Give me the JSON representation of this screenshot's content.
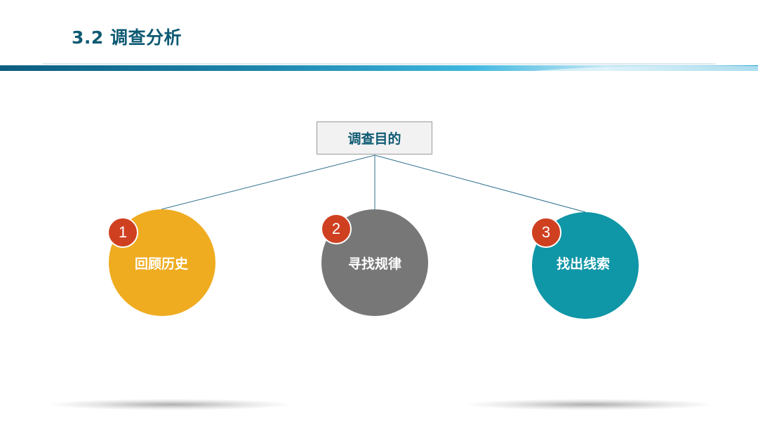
{
  "title": "3.2 调查分析",
  "colors": {
    "title": "#0e5a73",
    "band_dark": "#0c5d80",
    "band_light": "#3fb7df",
    "circle_1": "#efac20",
    "circle_2": "#777777",
    "circle_3": "#0f96a7",
    "badge": "#cf4021",
    "connector": "#2e6f8e"
  },
  "root": {
    "label": "调查目的"
  },
  "items": [
    {
      "number": "1",
      "label": "回顾历史"
    },
    {
      "number": "2",
      "label": "寻找规律"
    },
    {
      "number": "3",
      "label": "找出线索"
    }
  ]
}
